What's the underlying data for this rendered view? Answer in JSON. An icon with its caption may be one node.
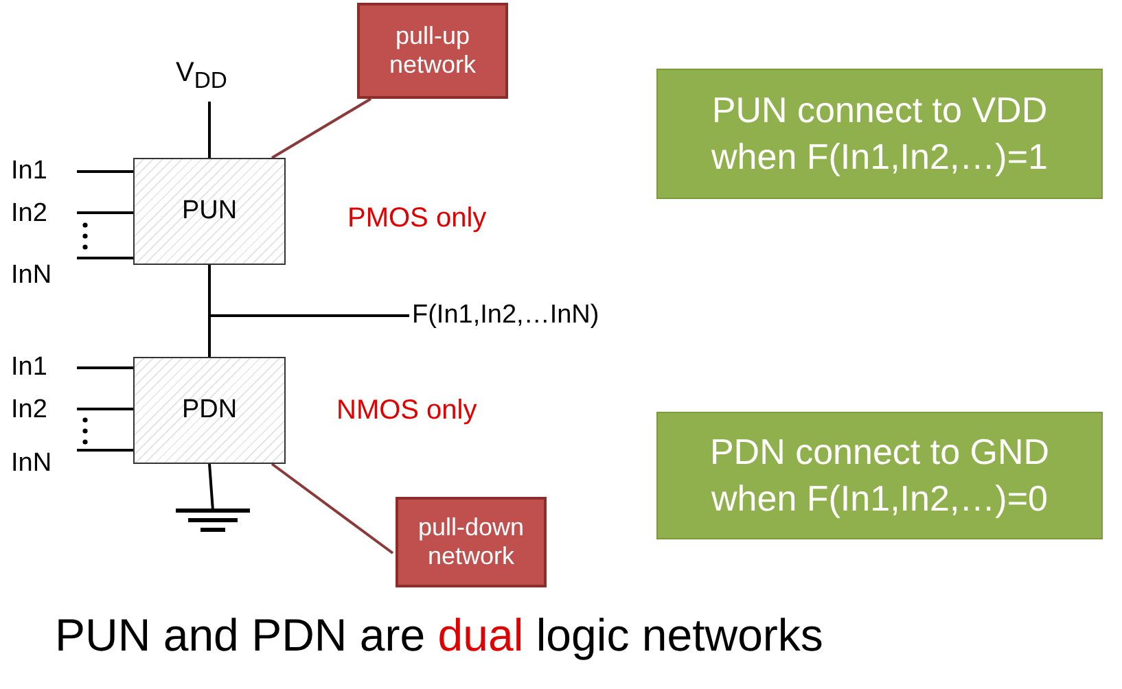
{
  "diagram": {
    "caption": "PUN and PDN are **dual** logic networks",
    "nodes": [
      {
        "text": [
          "V$_{DD}$"
        ]
      },
      {
        "text": [
          "PUN"
        ]
      },
      {
        "text": [
          "pull-up network"
        ]
      },
      {
        "text": [
          "In1"
        ]
      },
      {
        "text": [
          "In2"
        ]
      },
      {
        "text": [
          "InN"
        ]
      },
      {
        "text": [
          "F(In1,In2,…InN)"
        ]
      },
      {
        "text": [
          "In1"
        ]
      },
      {
        "text": [
          "In2"
        ]
      },
      {
        "text": [
          "InN"
        ]
      },
      {
        "text": [
          "PDN"
        ]
      },
      {
        "text": [],
        "shape": "ground"
      },
      {
        "text": [
          "pull-down network"
        ]
      },
      {
        "text": [
          "PUN connect to VDD when F(In1,In2,…)=1"
        ]
      },
      {
        "text": [
          "PDN connect to GND when F(In1,In2,…)=0"
        ]
      }
    ],
    "edges": [
      {
        "from": 0,
        "to": 1,
        "arrow": "none"
      },
      {
        "from": 3,
        "to": 1,
        "arrow": "none"
      },
      {
        "from": 4,
        "to": 1,
        "arrow": "none"
      },
      {
        "from": 5,
        "to": 1,
        "arrow": "none"
      },
      {
        "from": 1,
        "to": 10,
        "arrow": "none"
      },
      {
        "from": 1,
        "to": 6,
        "arrow": "none"
      },
      {
        "from": 10,
        "to": 6,
        "arrow": "none"
      },
      {
        "from": 7,
        "to": 10,
        "arrow": "none"
      },
      {
        "from": 8,
        "to": 10,
        "arrow": "none"
      },
      {
        "from": 9,
        "to": 10,
        "arrow": "none"
      },
      {
        "from": 10,
        "to": 11,
        "arrow": "none"
      },
      {
        "from": 2,
        "to": 1,
        "arrow": "none",
        "color": "#8b3a3a"
      },
      {
        "from": 12,
        "to": 10,
        "arrow": "none",
        "color": "#8b3a3a"
      }
    ],
    "labels": [
      "PMOS only",
      "NMOS only"
    ]
  }
}
